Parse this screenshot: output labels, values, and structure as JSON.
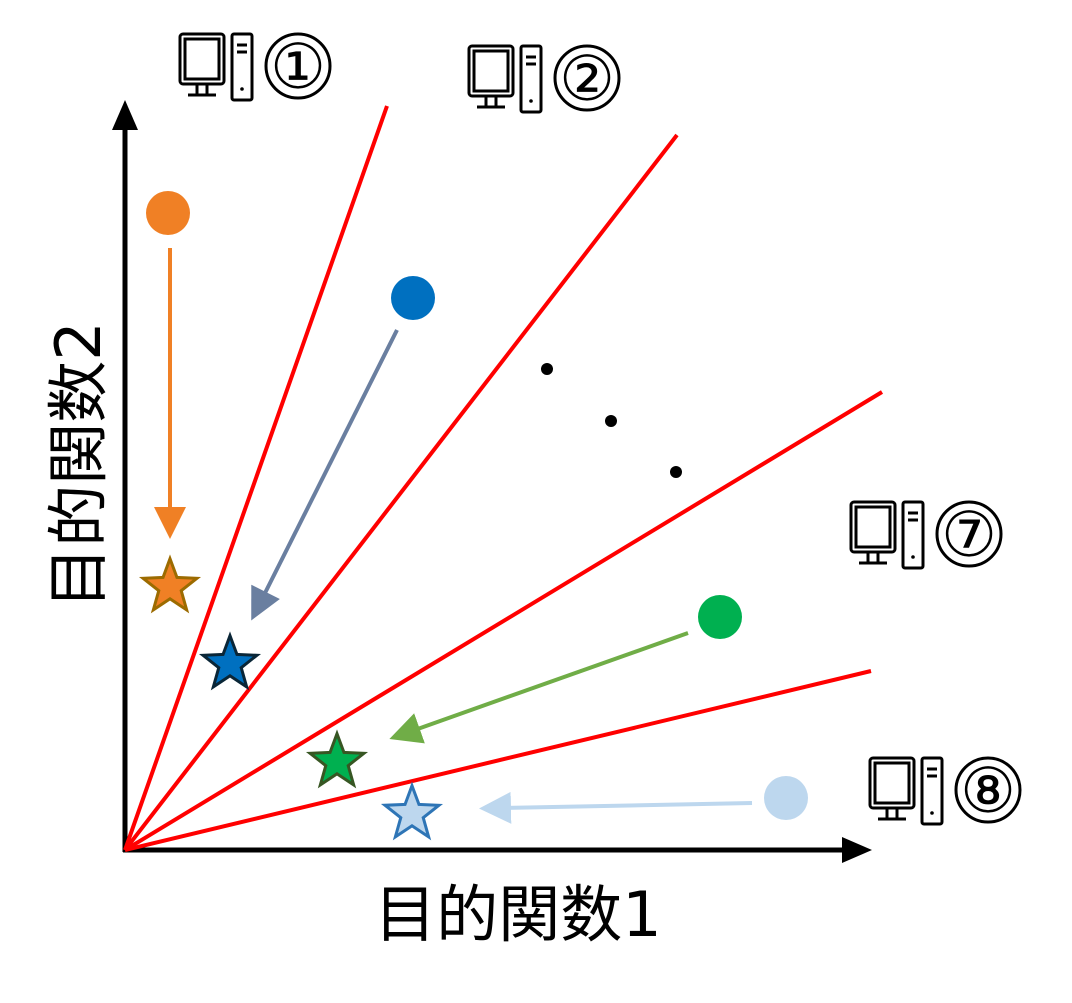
{
  "axes": {
    "x_label": "目的関数1",
    "y_label": "目的関数2"
  },
  "computers": [
    {
      "label": "①",
      "icon": "computer-icon"
    },
    {
      "label": "②",
      "icon": "computer-icon"
    },
    {
      "label": "⑦",
      "icon": "computer-icon"
    },
    {
      "label": "⑧",
      "icon": "computer-icon"
    }
  ],
  "colors": {
    "divider": "#FF0000",
    "orange": "#F08025",
    "blue": "#0070C0",
    "blue_arrow": "#6A7FA0",
    "green": "#00B050",
    "green_arrow": "#70AD47",
    "light_blue": "#BDD7EE"
  },
  "ellipsis": "..."
}
